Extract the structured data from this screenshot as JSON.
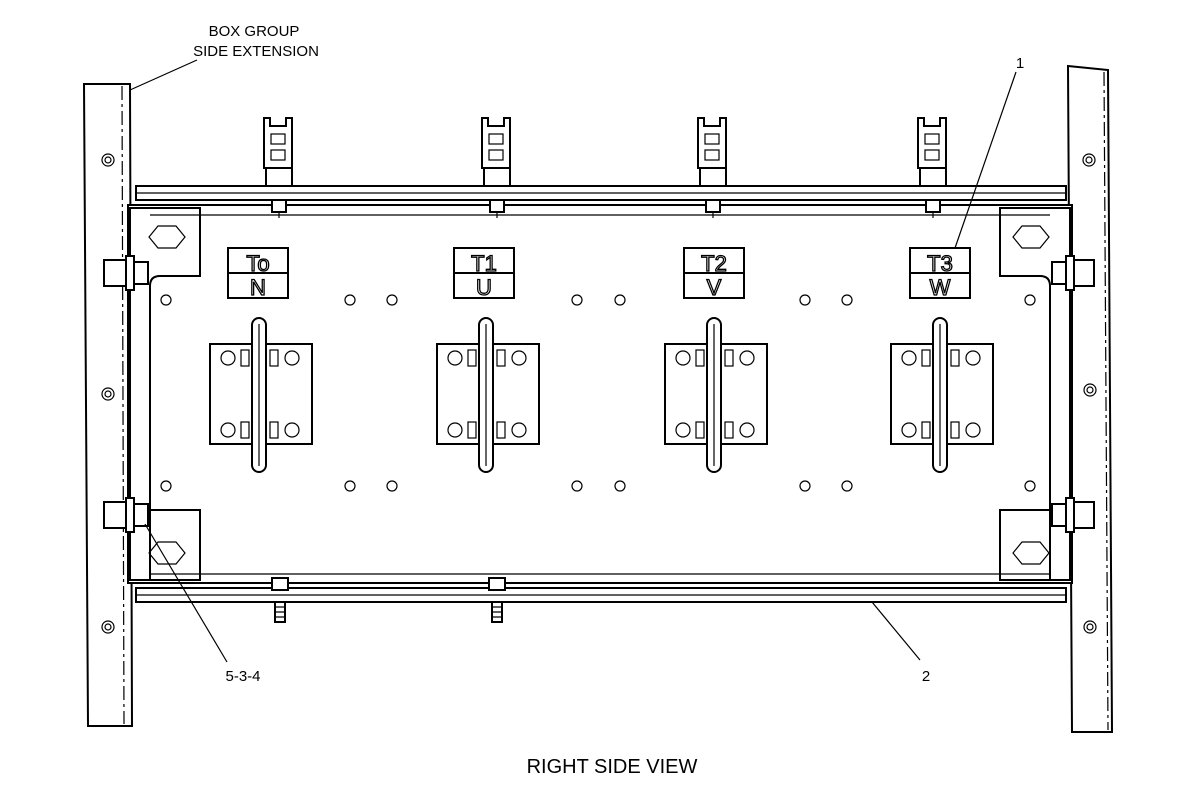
{
  "callouts": {
    "box_group_line1": "BOX GROUP",
    "box_group_line2": "SIDE EXTENSION",
    "item_1": "1",
    "item_2": "2",
    "item_534": "5-3-4"
  },
  "view_title": "RIGHT SIDE VIEW",
  "terminals": [
    {
      "top": "To",
      "bottom": "N"
    },
    {
      "top": "T1",
      "bottom": "U"
    },
    {
      "top": "T2",
      "bottom": "V"
    },
    {
      "top": "T3",
      "bottom": "W"
    }
  ]
}
